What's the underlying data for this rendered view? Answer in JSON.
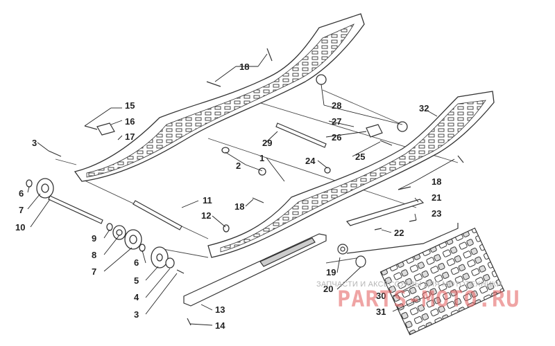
{
  "callouts": {
    "c1": "1",
    "c2": "2",
    "c3a": "3",
    "c3b": "3",
    "c4": "4",
    "c5": "5",
    "c6a": "6",
    "c6b": "6",
    "c7a": "7",
    "c7b": "7",
    "c8": "8",
    "c9": "9",
    "c10": "10",
    "c11": "11",
    "c12": "12",
    "c13": "13",
    "c14": "14",
    "c15": "15",
    "c16": "16",
    "c17": "17",
    "c18a": "18",
    "c18b": "18",
    "c18c": "18",
    "c19": "19",
    "c20": "20",
    "c21": "21",
    "c22": "22",
    "c23": "23",
    "c24": "24",
    "c25": "25",
    "c26": "26",
    "c27": "27",
    "c28": "28",
    "c29": "29",
    "c30": "30",
    "c31": "31",
    "c32": "32"
  },
  "watermark": {
    "small": "ЗАПЧАСТИ И АКСЕССУАРЫ ДЛЯ МОТОТЕХНИКИ",
    "big": "PARTS-MOTO.RU"
  },
  "colors": {
    "line": "#333333",
    "watermark_red": "#e35a5a",
    "watermark_grey": "#b5b5b5"
  }
}
